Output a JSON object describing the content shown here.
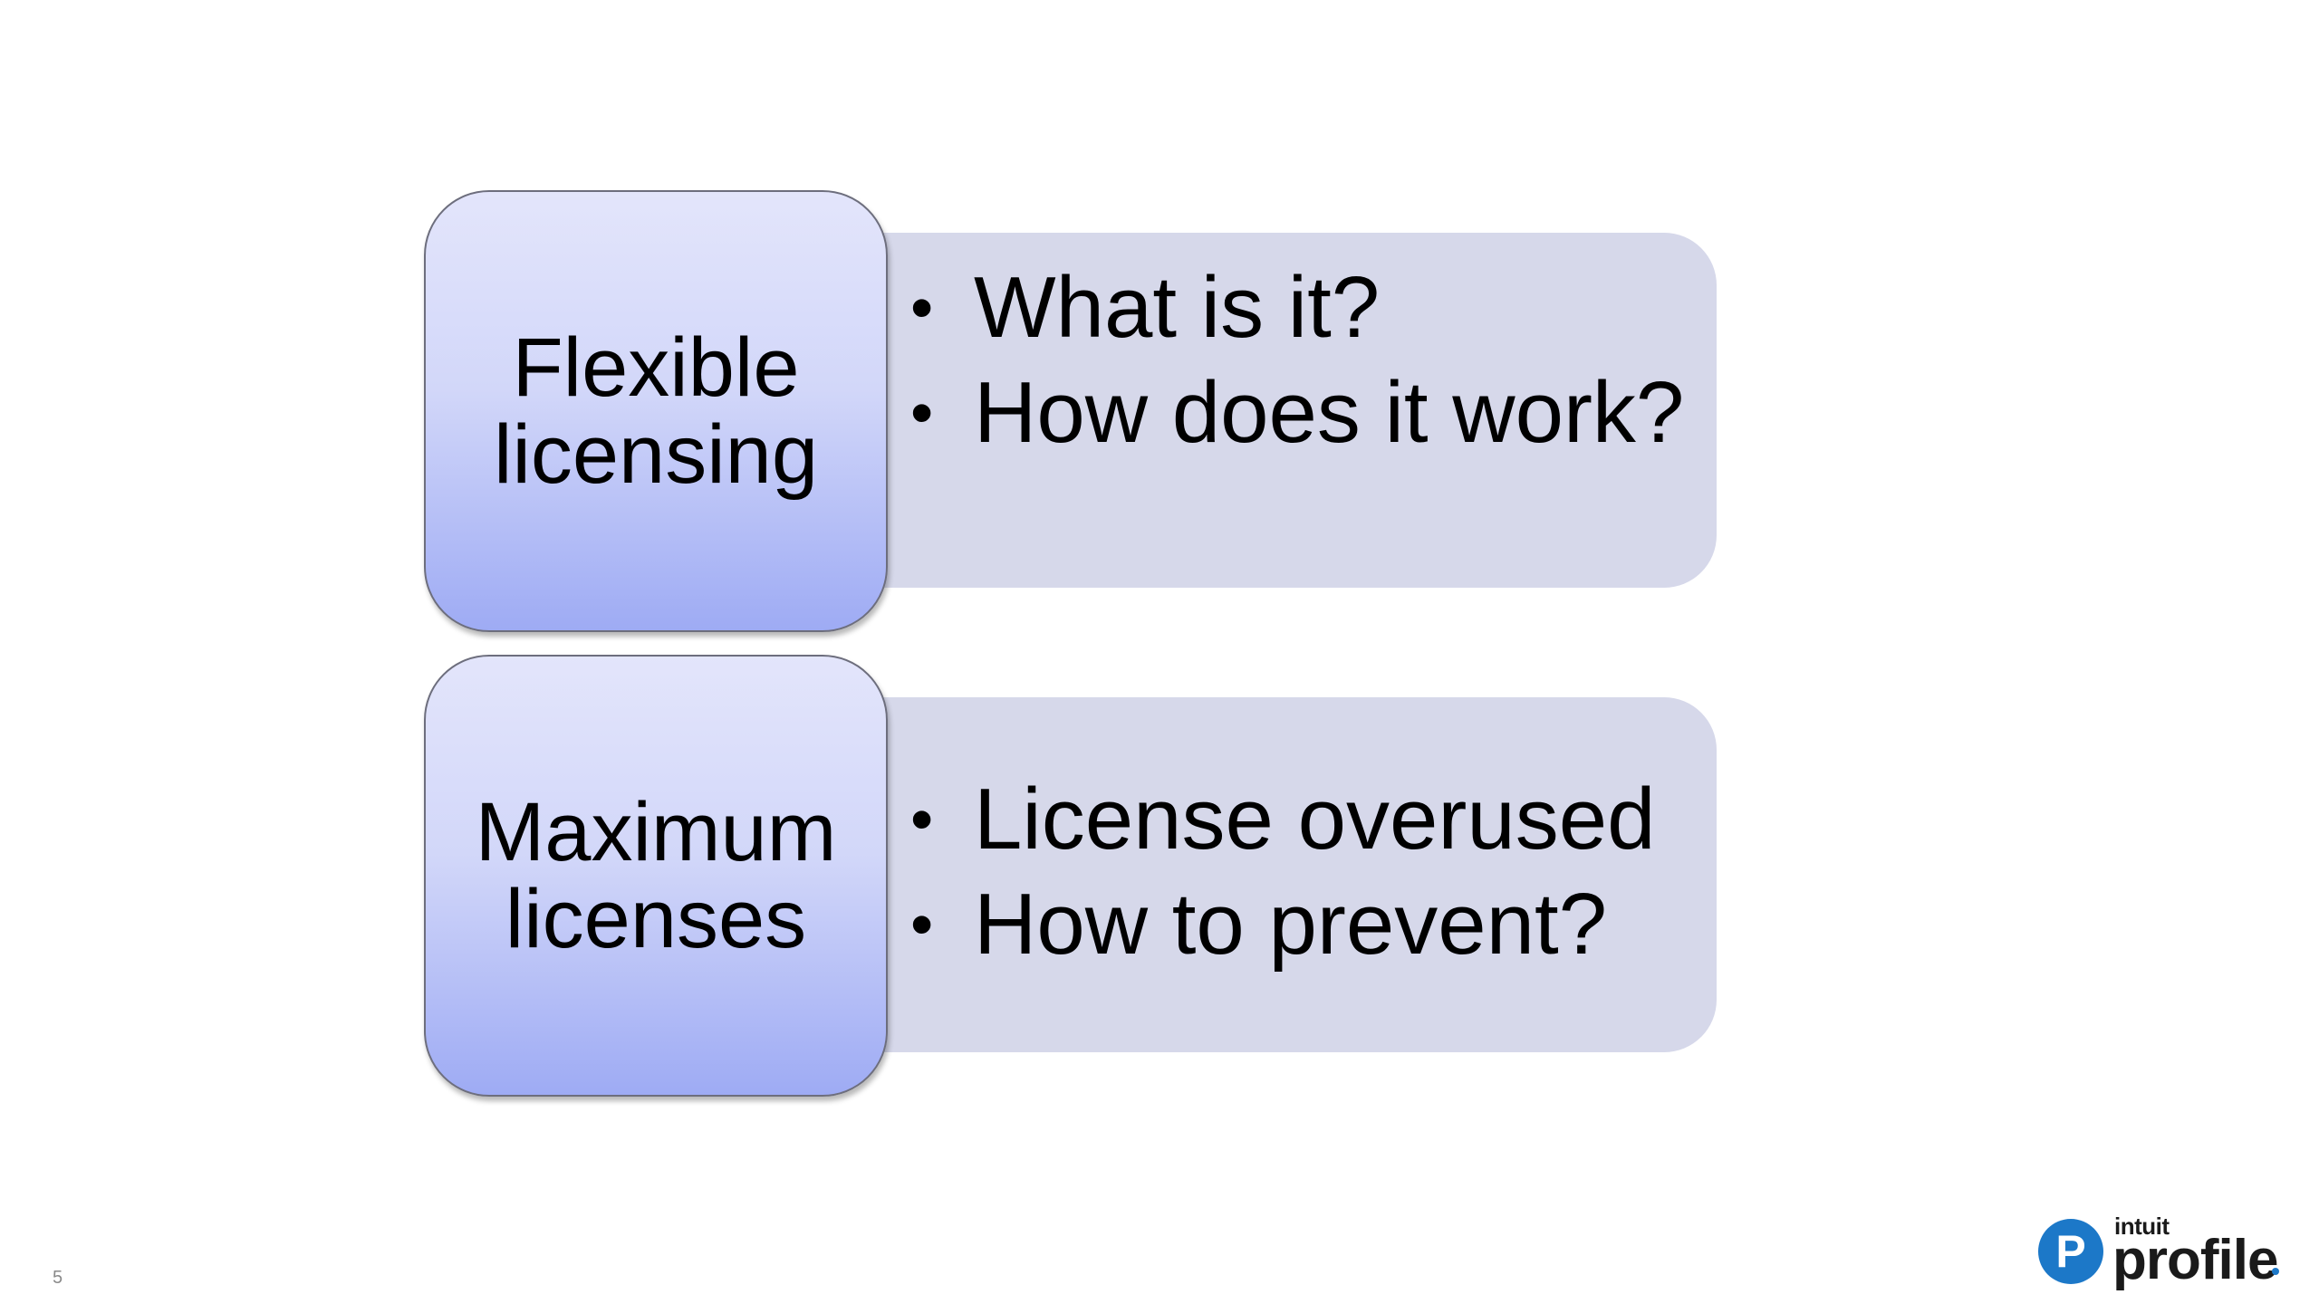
{
  "slide": {
    "rows": [
      {
        "heading": "Flexible licensing",
        "bullets": [
          "What is it?",
          "How does it work?"
        ]
      },
      {
        "heading": "Maximum licenses",
        "bullets": [
          "License overused",
          "How to prevent?"
        ]
      }
    ],
    "bullet_glyph": "•",
    "slide_number": "5"
  },
  "logo": {
    "small": "intuit",
    "main": "profile",
    "badge_letter": "P"
  },
  "colors": {
    "panel": "#d6d8ea",
    "box_top": "#e3e5fb",
    "box_bottom": "#9eabf4",
    "logo_blue": "#1c78c8"
  },
  "icons": {
    "logo": "intuit-profile-logo-icon"
  }
}
